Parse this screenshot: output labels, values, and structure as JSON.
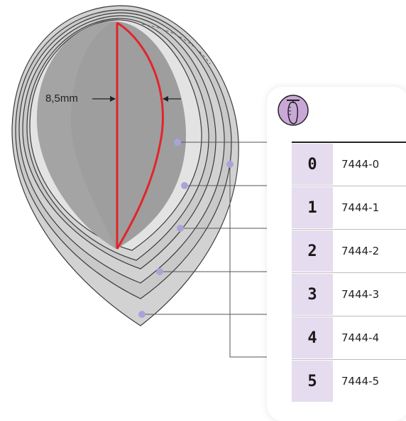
{
  "measurement": {
    "label": "8,5mm"
  },
  "icons": {
    "header_icon": "foot-sole-icon"
  },
  "colors": {
    "red_profile": "#e3242b",
    "badge_bg": "#e6dcef",
    "marker": "#a9a4d8",
    "icon_fill": "#c9a8d8"
  },
  "sizes": [
    {
      "size": "0",
      "code": "7444-0"
    },
    {
      "size": "1",
      "code": "7444-1"
    },
    {
      "size": "2",
      "code": "7444-2"
    },
    {
      "size": "3",
      "code": "7444-3"
    },
    {
      "size": "4",
      "code": "7444-4"
    },
    {
      "size": "5",
      "code": "7444-5"
    }
  ]
}
